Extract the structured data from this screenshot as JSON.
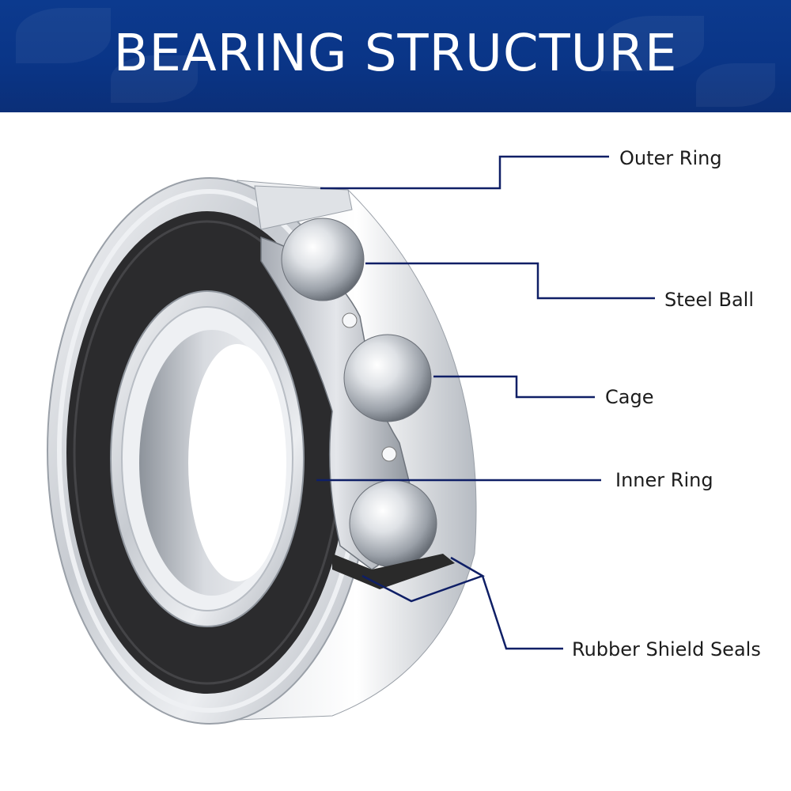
{
  "header": {
    "title": "BEARING STRUCTURE"
  },
  "labels": {
    "outer_ring": "Outer Ring",
    "steel_ball": "Steel Ball",
    "cage": "Cage",
    "inner_ring": "Inner Ring",
    "rubber_shield_seals": "Rubber Shield Seals"
  },
  "colors": {
    "banner": "#0c3a8e",
    "leader_line": "#0f1f66",
    "seal": "#2a2a2a",
    "steel": "#c9ccd2"
  }
}
